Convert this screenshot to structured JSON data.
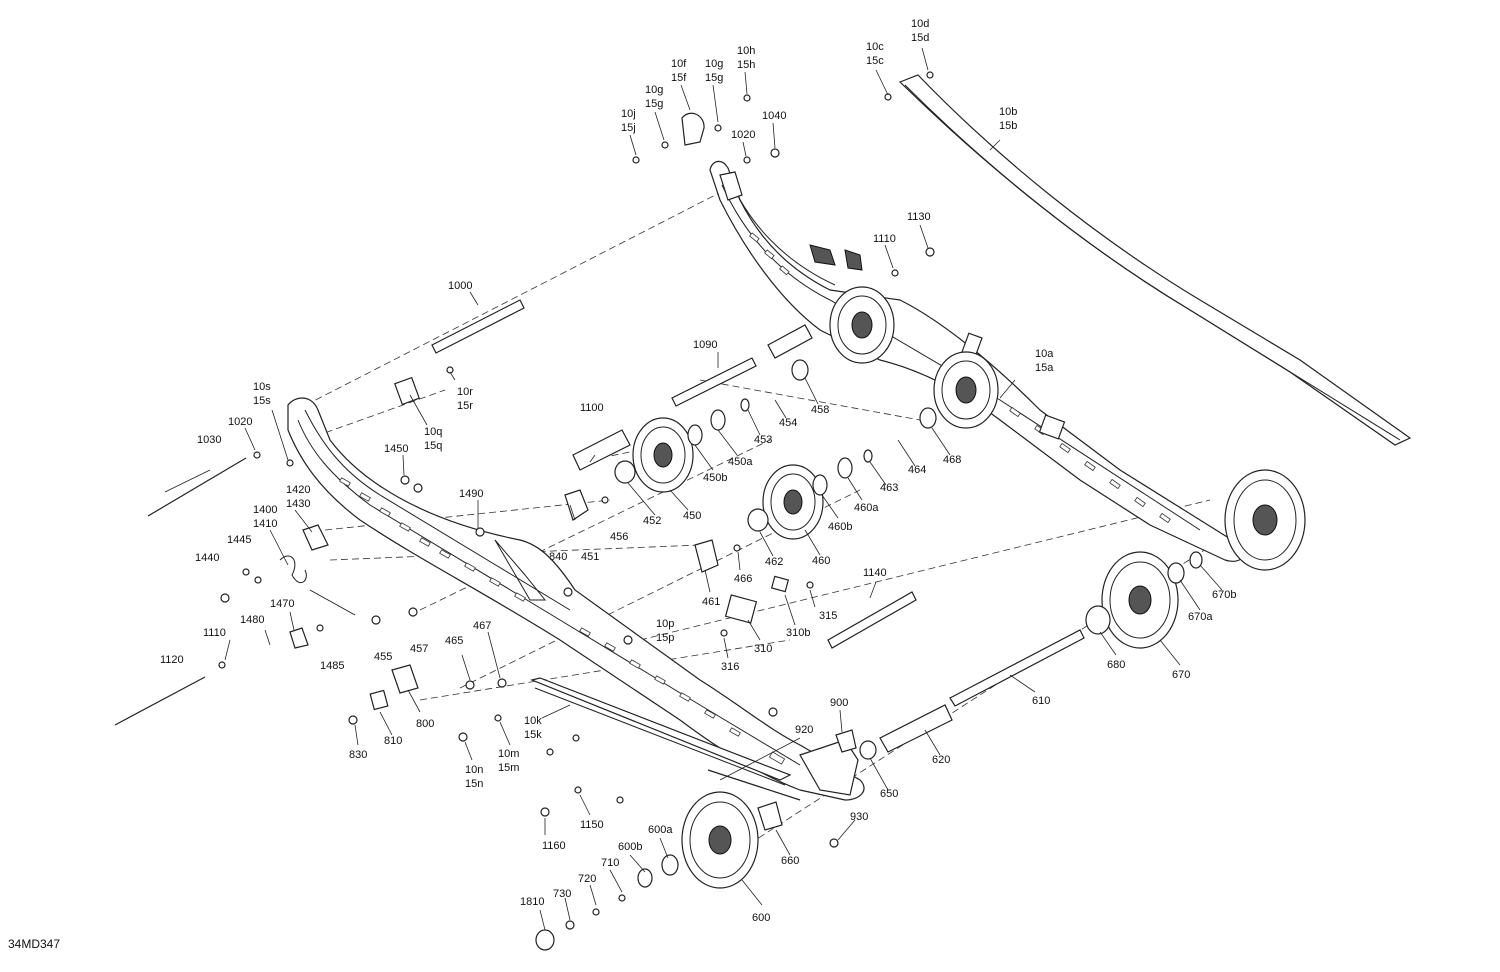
{
  "diagram_code": "34MD347",
  "labels": {
    "l1000": "1000",
    "l1020a": "1020",
    "l1030": "1030",
    "l10s": "10s",
    "l15s": "15s",
    "l10r": "10r",
    "l15r": "15r",
    "l10q": "10q",
    "l15q": "15q",
    "l1450": "1450",
    "l1420": "1420",
    "l1430": "1430",
    "l1400": "1400",
    "l1410": "1410",
    "l1445": "1445",
    "l1440": "1440",
    "l1490": "1490",
    "l1470": "1470",
    "l1480": "1480",
    "l1485": "1485",
    "l1110a": "1110",
    "l1120": "1120",
    "l455": "455",
    "l457": "457",
    "l465": "465",
    "l467": "467",
    "l800": "800",
    "l810": "810",
    "l830": "830",
    "l10n": "10n",
    "l15n": "15n",
    "l10m": "10m",
    "l15m": "15m",
    "l10k": "10k",
    "l15k": "15k",
    "l1150": "1150",
    "l1160": "1160",
    "l1810": "1810",
    "l730": "730",
    "l720": "720",
    "l710": "710",
    "l600b": "600b",
    "l600a": "600a",
    "l600": "600",
    "l660": "660",
    "l930": "930",
    "l920": "920",
    "l900": "900",
    "l650": "650",
    "l620": "620",
    "l610": "610",
    "l680": "680",
    "l670": "670",
    "l670a": "670a",
    "l670b": "670b",
    "l1140": "1140",
    "l315": "315",
    "l310b": "310b",
    "l310": "310",
    "l316": "316",
    "l10p": "10p",
    "l15p": "15p",
    "l840": "840",
    "l451": "451",
    "l456": "456",
    "l452": "452",
    "l450": "450",
    "l450b": "450b",
    "l450a": "450a",
    "l453": "453",
    "l454": "454",
    "l458": "458",
    "l1100": "1100",
    "l1090": "1090",
    "l461": "461",
    "l466": "466",
    "l462": "462",
    "l460": "460",
    "l460b": "460b",
    "l460a": "460a",
    "l463": "463",
    "l464": "464",
    "l468": "468",
    "l10a": "10a",
    "l15a": "15a",
    "l10b": "10b",
    "l15b": "15b",
    "l10c": "10c",
    "l15c": "15c",
    "l10d": "10d",
    "l15d": "15d",
    "l1130": "1130",
    "l1110b": "1110",
    "l10f": "10f",
    "l15f": "15f",
    "l10g1": "10g",
    "l15g1": "15g",
    "l10h": "10h",
    "l15h": "15h",
    "l10g2": "10g",
    "l15g2": "15g",
    "l10j": "10j",
    "l15j": "15j",
    "l1020b": "1020",
    "l1040": "1040"
  }
}
